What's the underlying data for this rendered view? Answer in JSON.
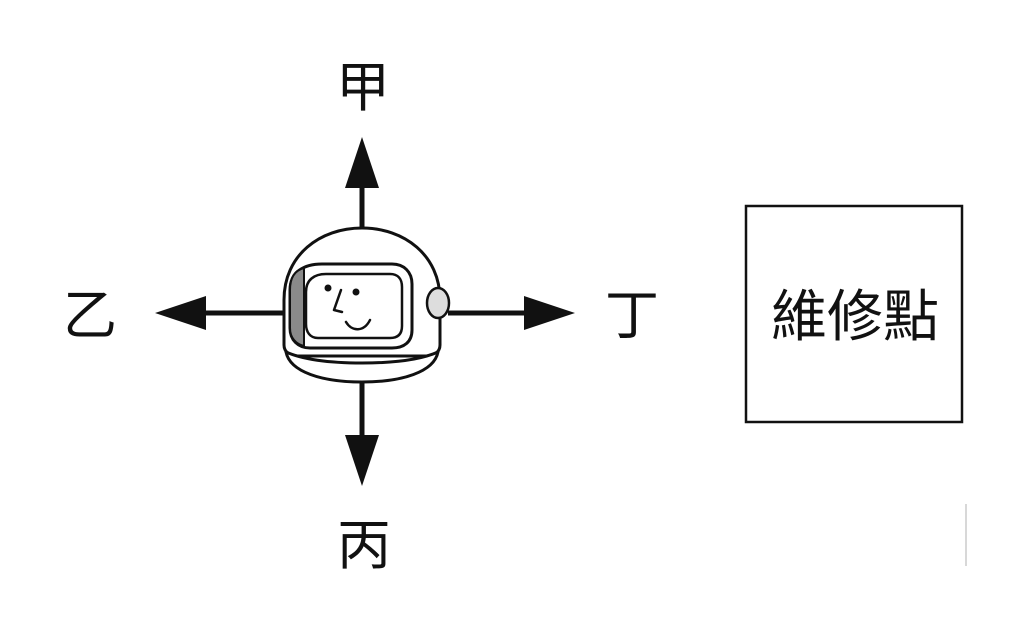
{
  "directions": {
    "up": "甲",
    "left": "乙",
    "down": "丙",
    "right": "丁"
  },
  "target_box": {
    "label": "維修點"
  },
  "figure": {
    "icon": "astronaut-helmet-icon"
  },
  "colors": {
    "stroke": "#111111",
    "visor_shade": "#8a8a8a",
    "background": "#ffffff"
  }
}
